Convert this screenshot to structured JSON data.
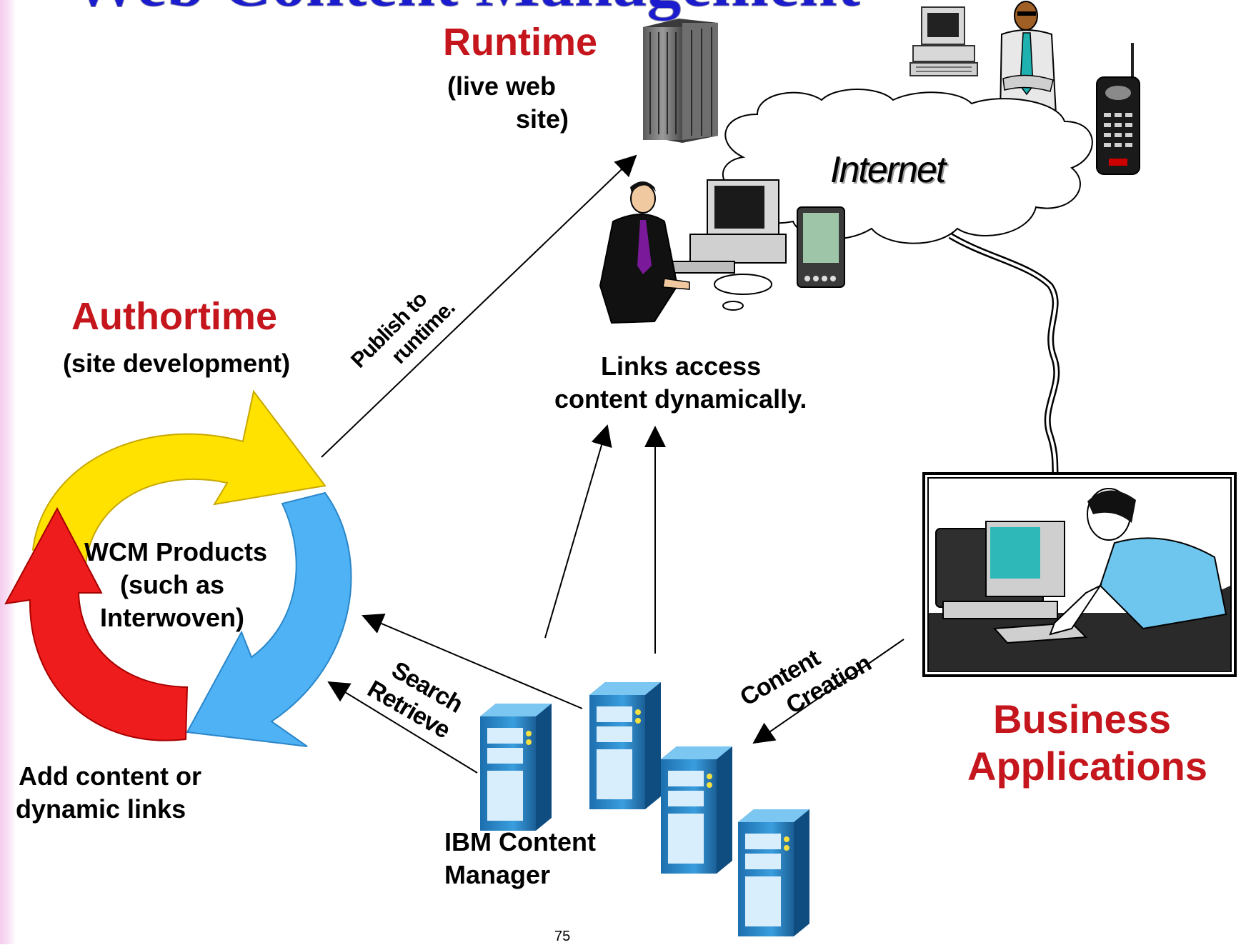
{
  "header": {
    "title_fragment": "Web Content Management"
  },
  "runtime": {
    "title": "Runtime",
    "subtitle_line1": "(live web",
    "subtitle_line2": "site)"
  },
  "authortime": {
    "title": "Authortime",
    "subtitle": "(site development)"
  },
  "wcm": {
    "line1": "WCM  Products",
    "line2": "(such as",
    "line3": "Interwoven)"
  },
  "add_content": {
    "line1": "Add content or",
    "line2": "dynamic links"
  },
  "publish": {
    "line1": "Publish to",
    "line2": "runtime."
  },
  "internet": {
    "label": "Internet"
  },
  "links": {
    "line1": "Links access",
    "line2": "content dynamically."
  },
  "search": {
    "line1": "Search",
    "line2": "Retrieve"
  },
  "content_creation": {
    "line1": "Content",
    "line2": "Creation"
  },
  "ibm": {
    "line1": "IBM Content",
    "line2": "Manager"
  },
  "business": {
    "line1": "Business",
    "line2": "Applications"
  },
  "page_number": "75",
  "colors": {
    "title_blue": "#1c1ccf",
    "label_red": "#c4161c",
    "cycle_yellow": "#ffe200",
    "cycle_blue": "#4fb2f5",
    "cycle_red": "#ee1c1c",
    "server_blue": "#2a83c6",
    "screen_cyan": "#2fb8b8"
  }
}
